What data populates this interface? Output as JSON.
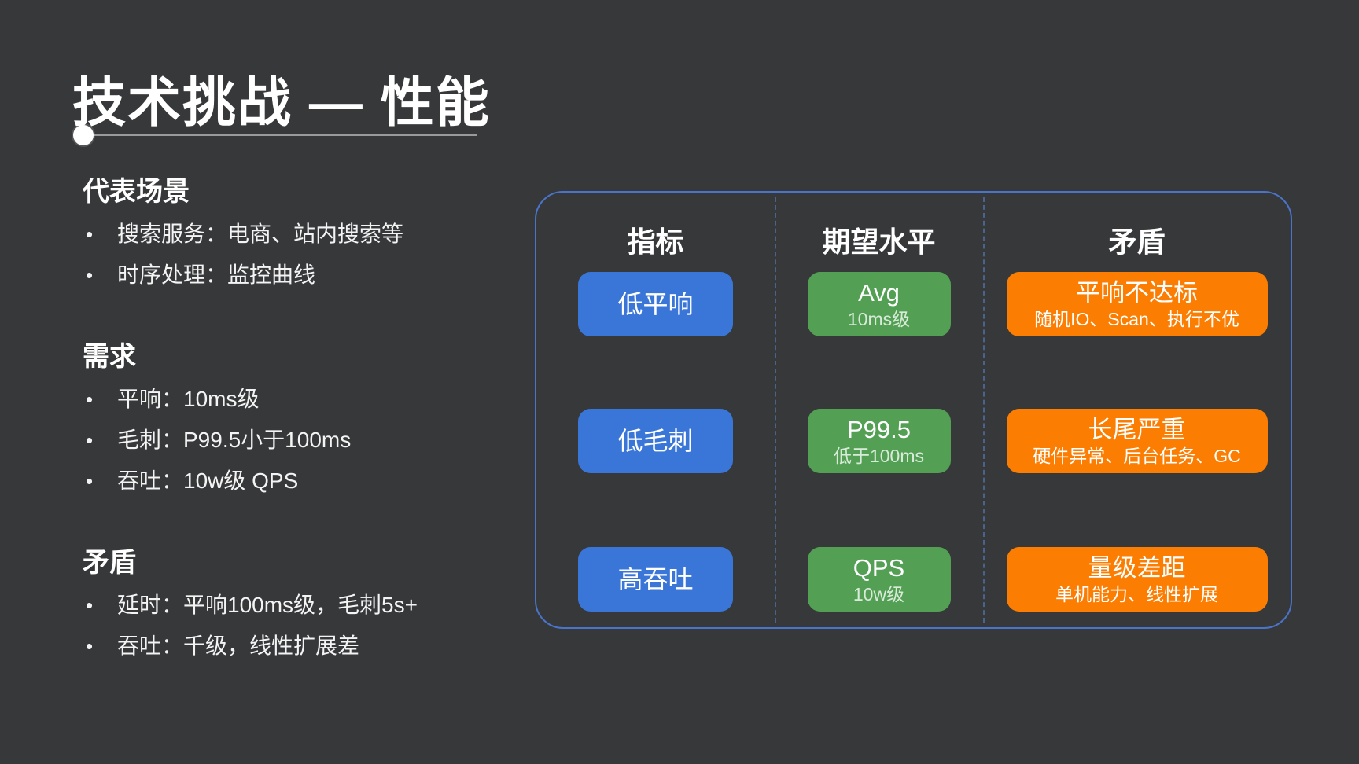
{
  "slide": {
    "title": "技术挑战 — 性能",
    "colors": {
      "background": "#36383A",
      "panel_border": "#4A74C9",
      "metric_box": "#3A76D8",
      "expect_box": "#53A055",
      "conflict_box": "#FB7D02",
      "text": "#FFFFFF",
      "divider": "#9A9A9A"
    },
    "sections": [
      {
        "heading": "代表场景",
        "bullets": [
          "搜索服务：电商、站内搜索等",
          "时序处理：监控曲线"
        ]
      },
      {
        "heading": "需求",
        "bullets": [
          "平响：10ms级",
          "毛刺：P99.5小于100ms",
          "吞吐：10w级 QPS"
        ]
      },
      {
        "heading": "矛盾",
        "bullets": [
          "延时：平响100ms级，毛刺5s+",
          "吞吐：千级，线性扩展差"
        ]
      }
    ],
    "table": {
      "headers": [
        "指标",
        "期望水平",
        "矛盾"
      ],
      "rows": [
        {
          "metric": "低平响",
          "expect_main": "Avg",
          "expect_sub": "10ms级",
          "conflict_main": "平响不达标",
          "conflict_sub": "随机IO、Scan、执行不优"
        },
        {
          "metric": "低毛刺",
          "expect_main": "P99.5",
          "expect_sub": "低于100ms",
          "conflict_main": "长尾严重",
          "conflict_sub": "硬件异常、后台任务、GC"
        },
        {
          "metric": "高吞吐",
          "expect_main": "QPS",
          "expect_sub": "10w级",
          "conflict_main": "量级差距",
          "conflict_sub": "单机能力、线性扩展"
        }
      ]
    }
  }
}
